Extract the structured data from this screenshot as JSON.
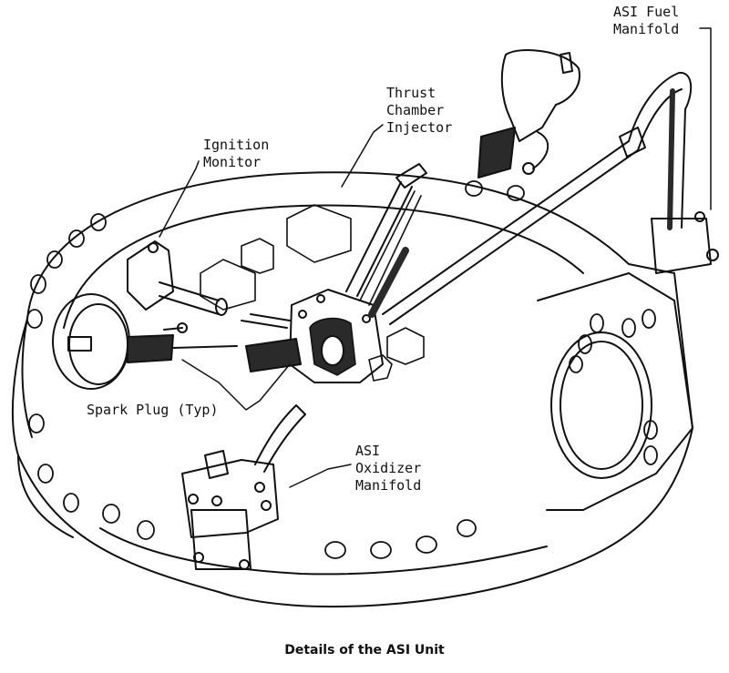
{
  "figure": {
    "caption": "Details of the ASI Unit",
    "callouts": {
      "asi_fuel_manifold": "ASI Fuel\nManifold",
      "thrust_chamber_injector": "Thrust\nChamber\nInjector",
      "ignition_monitor": "Ignition\nMonitor",
      "spark_plug": "Spark Plug (Typ)",
      "asi_oxidizer_manifold": "ASI\nOxidizer\nManifold"
    },
    "colors": {
      "ink": "#111111",
      "paper": "#ffffff",
      "shade": "#2a2a2a"
    }
  }
}
